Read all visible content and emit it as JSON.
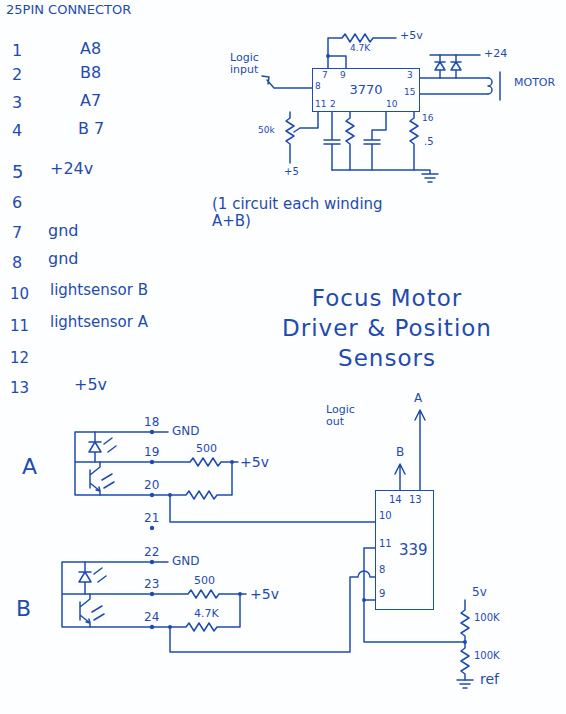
{
  "diagram": {
    "title": "Focus Motor Driver & Position Sensors",
    "nodes": [
      {
        "text": [
          "3770"
        ]
      },
      {
        "text": [
          "339"
        ]
      }
    ],
    "labels": [
      "25PIN CONNECTOR",
      "1",
      "A8",
      "2",
      "B8",
      "3",
      "A7",
      "4",
      "B 7",
      "5",
      "+24v",
      "6",
      "7",
      "gnd",
      "8",
      "gnd",
      "10",
      "lightsensor B",
      "11",
      "lightsensor A",
      "12",
      "13",
      "+5v",
      "+5v",
      "4.7K",
      "+24",
      "Logic input",
      "7",
      "9",
      "8",
      "3",
      "15",
      "11",
      "2",
      "10",
      "MOTOR",
      "50k",
      "+5",
      "16",
      ".5",
      "(1 circuit each winding A+B)",
      "A",
      "18",
      "GND",
      "19",
      "500",
      "+5v",
      "20",
      "21",
      "B",
      "22",
      "GND",
      "23",
      "500",
      "+5v",
      "24",
      "4.7K",
      "A",
      "Logic out",
      "B",
      "14",
      "13",
      "10",
      "11",
      "8",
      "9",
      "5v",
      "100K",
      "100K",
      "ref"
    ]
  }
}
